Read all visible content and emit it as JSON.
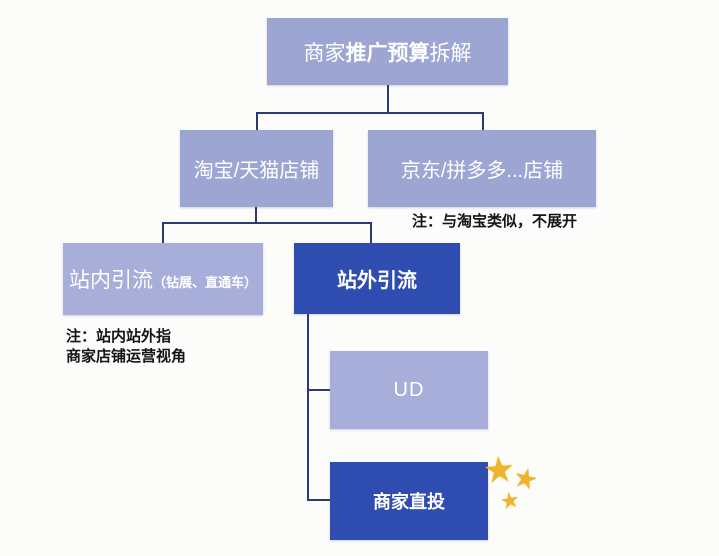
{
  "palette": {
    "background": "#fcfcfb",
    "box_light": "#9da6d3",
    "box_lighter": "#a7aeda",
    "box_dark": "#2f4db0",
    "connector": "#2c3a74",
    "box_text": "#ffffff",
    "note_text": "#141414",
    "star": "#f0b42c"
  },
  "diagram": {
    "root": {
      "text_normal_1": "商家",
      "text_bold": "推广预算",
      "text_normal_2": "拆解"
    },
    "level2": {
      "taobao": {
        "label": "淘宝/天猫店铺"
      },
      "jd": {
        "label": "京东/拼多多...店铺",
        "note": "注：与淘宝类似，不展开"
      }
    },
    "level3": {
      "onsite": {
        "label": "站内引流",
        "sublabel": "（钻展、直通车）",
        "note_line1": "注：站内站外指",
        "note_line2": "商家店铺运营视角"
      },
      "offsite": {
        "label": "站外引流"
      }
    },
    "level4": {
      "ud": {
        "label": "UD"
      },
      "direct": {
        "label": "商家直投"
      }
    }
  },
  "icons": {
    "star_glyph": "★"
  }
}
